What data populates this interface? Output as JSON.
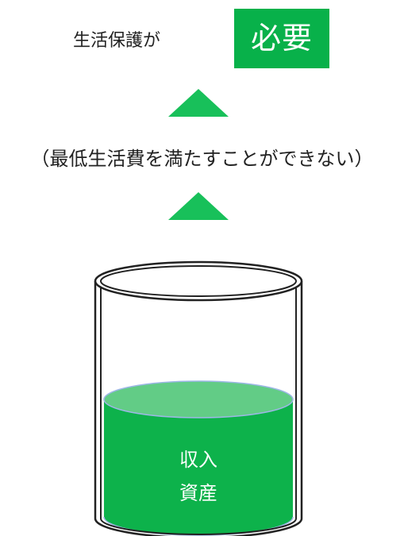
{
  "top_label": "生活保護が",
  "badge": "必要",
  "caption": "（最低生活費を満たすことができない）",
  "jar": {
    "line1": "収入",
    "line2": "資産"
  },
  "colors": {
    "accent": "#08b14a",
    "triangle": "#18c05a",
    "liquid": "#0db24b",
    "liquid_top": "#62cc86",
    "outline": "#222222"
  },
  "icons": [
    "up-triangle-icon",
    "up-triangle-icon"
  ]
}
